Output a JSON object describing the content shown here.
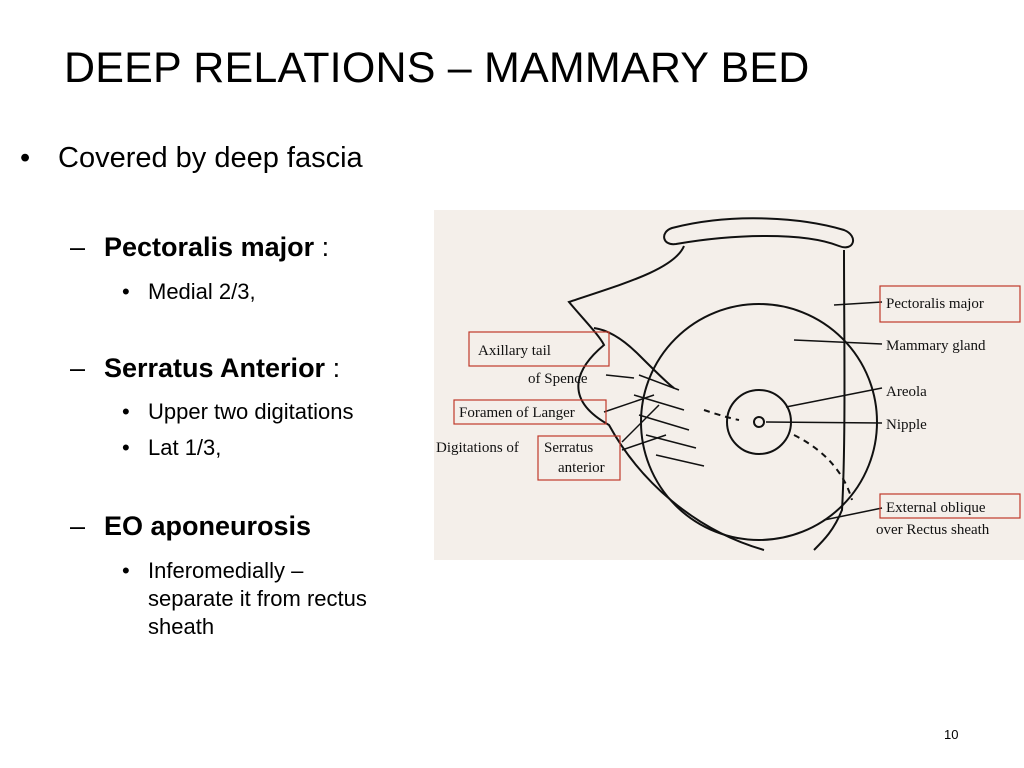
{
  "slide": {
    "title": "DEEP RELATIONS – MAMMARY BED",
    "page_number": "10",
    "bullet_marker": "•",
    "dash_marker": "–",
    "level1": {
      "text": "Covered by deep fascia"
    },
    "sections": [
      {
        "heading": "Pectoralis major",
        "suffix": " :",
        "items": [
          "Medial 2/3,"
        ]
      },
      {
        "heading": "Serratus Anterior",
        "suffix": " :",
        "items": [
          "Upper two digitations",
          "Lat 1/3,"
        ]
      },
      {
        "heading": "EO aponeurosis",
        "suffix": "",
        "items": [
          "Inferomedially –",
          "separate it from rectus",
          "sheath"
        ]
      }
    ]
  },
  "figure": {
    "colors": {
      "background": "#f4efea",
      "line": "#111111",
      "box": "#c0392b"
    },
    "labels": {
      "axillary_tail_1": "Axillary tail",
      "axillary_tail_2": "of Spence",
      "foramen": "Foramen of Langer",
      "digitations_1": "Digitations of",
      "digitations_2": "Serratus",
      "digitations_3": "anterior",
      "pectoralis": "Pectoralis major",
      "mammary": "Mammary gland",
      "areola": "Areola",
      "nipple": "Nipple",
      "external_1": "External oblique",
      "external_2": "over Rectus sheath"
    }
  }
}
